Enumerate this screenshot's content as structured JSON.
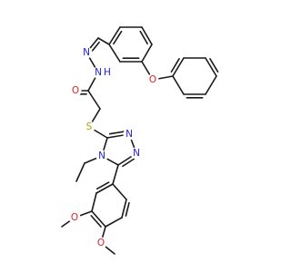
{
  "colors": {
    "bond": "#1a1a1a",
    "carbon": "#1a1a1a",
    "oxygen": "#e02020",
    "nitrogen": "#2020e0",
    "sulfur": "#b8a000",
    "background": "#ffffff"
  },
  "atoms": [
    {
      "id": "O_ether",
      "symbol": "O",
      "element": "oxygen"
    },
    {
      "id": "N_imine",
      "symbol": "N",
      "element": "nitrogen"
    },
    {
      "id": "NH",
      "symbol": "N",
      "element": "nitrogen"
    },
    {
      "id": "H_amide",
      "symbol": "H",
      "element": "nitrogen"
    },
    {
      "id": "O_carbonyl",
      "symbol": "O",
      "element": "oxygen"
    },
    {
      "id": "S",
      "symbol": "S",
      "element": "sulfur"
    },
    {
      "id": "N_tr1",
      "symbol": "N",
      "element": "nitrogen"
    },
    {
      "id": "N_tr2",
      "symbol": "N",
      "element": "nitrogen"
    },
    {
      "id": "N_tr4",
      "symbol": "N",
      "element": "nitrogen"
    },
    {
      "id": "O_meo1",
      "symbol": "O",
      "element": "oxygen"
    },
    {
      "id": "O_meo2",
      "symbol": "O",
      "element": "oxygen"
    }
  ]
}
